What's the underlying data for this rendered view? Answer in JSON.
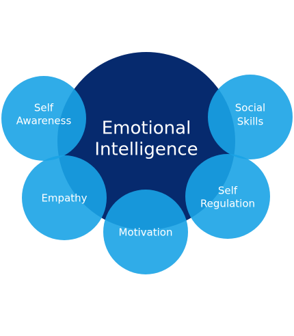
{
  "colors": {
    "center": "#062a6e",
    "outer": "#1aa3e6",
    "text": "#ffffff",
    "background": "#ffffff"
  },
  "center": {
    "line1": "Emotional",
    "line2": "Intelligence"
  },
  "nodes": {
    "self_awareness": {
      "line1": "Self",
      "line2": "Awareness"
    },
    "social_skills": {
      "line1": "Social",
      "line2": "Skills"
    },
    "empathy": {
      "line1": "Empathy"
    },
    "self_regulation": {
      "line1": "Self",
      "line2": "Regulation"
    },
    "motivation": {
      "line1": "Motivation"
    }
  }
}
